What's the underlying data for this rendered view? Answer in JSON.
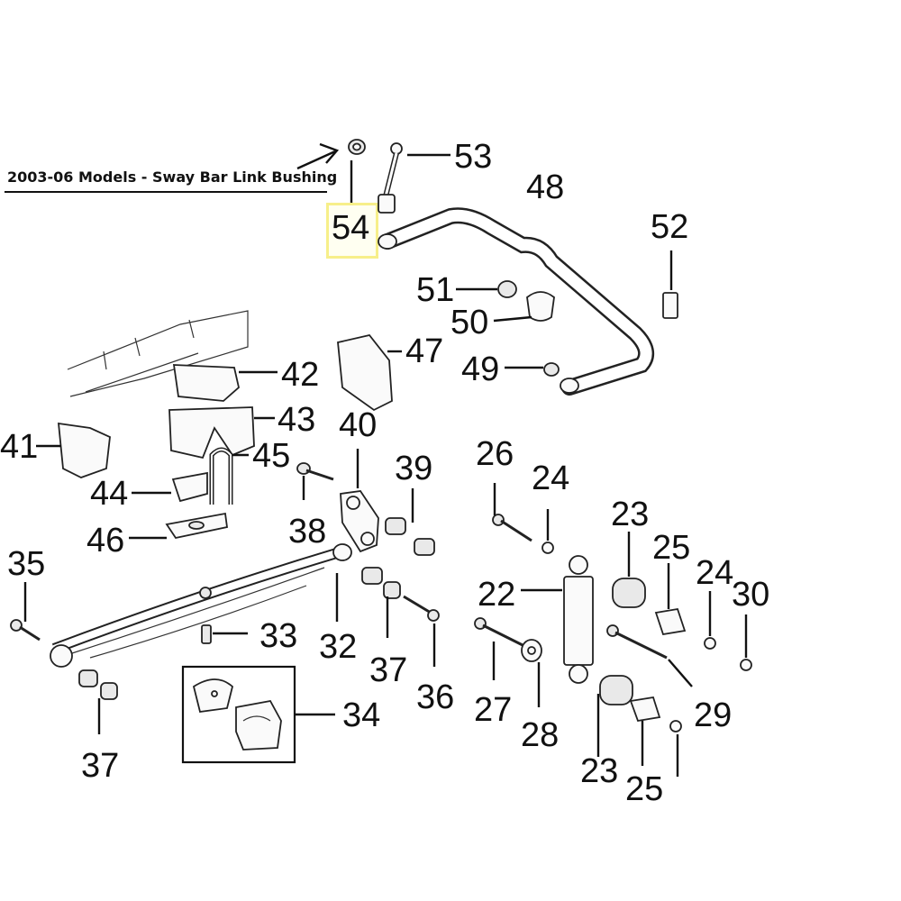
{
  "caption": "2003-06 Models - Sway Bar Link Bushing",
  "highlight_color": "#f7ef8a",
  "callouts": [
    {
      "id": "c54",
      "label": "54"
    },
    {
      "id": "c53",
      "label": "53"
    },
    {
      "id": "c48",
      "label": "48"
    },
    {
      "id": "c52",
      "label": "52"
    },
    {
      "id": "c51",
      "label": "51"
    },
    {
      "id": "c50",
      "label": "50"
    },
    {
      "id": "c47",
      "label": "47"
    },
    {
      "id": "c49",
      "label": "49"
    },
    {
      "id": "c42",
      "label": "42"
    },
    {
      "id": "c43",
      "label": "43"
    },
    {
      "id": "c40",
      "label": "40"
    },
    {
      "id": "c41",
      "label": "41"
    },
    {
      "id": "c45",
      "label": "45"
    },
    {
      "id": "c39",
      "label": "39"
    },
    {
      "id": "c26",
      "label": "26"
    },
    {
      "id": "c24a",
      "label": "24"
    },
    {
      "id": "c44",
      "label": "44"
    },
    {
      "id": "c38",
      "label": "38"
    },
    {
      "id": "c23a",
      "label": "23"
    },
    {
      "id": "c25a",
      "label": "25"
    },
    {
      "id": "c46",
      "label": "46"
    },
    {
      "id": "c24b",
      "label": "24"
    },
    {
      "id": "c30",
      "label": "30"
    },
    {
      "id": "c35",
      "label": "35"
    },
    {
      "id": "c22",
      "label": "22"
    },
    {
      "id": "c33",
      "label": "33"
    },
    {
      "id": "c32",
      "label": "32"
    },
    {
      "id": "c37a",
      "label": "37"
    },
    {
      "id": "c36",
      "label": "36"
    },
    {
      "id": "c27",
      "label": "27"
    },
    {
      "id": "c29",
      "label": "29"
    },
    {
      "id": "c34",
      "label": "34"
    },
    {
      "id": "c28",
      "label": "28"
    },
    {
      "id": "c37b",
      "label": "37"
    },
    {
      "id": "c23b",
      "label": "23"
    },
    {
      "id": "c25b",
      "label": "25"
    }
  ]
}
